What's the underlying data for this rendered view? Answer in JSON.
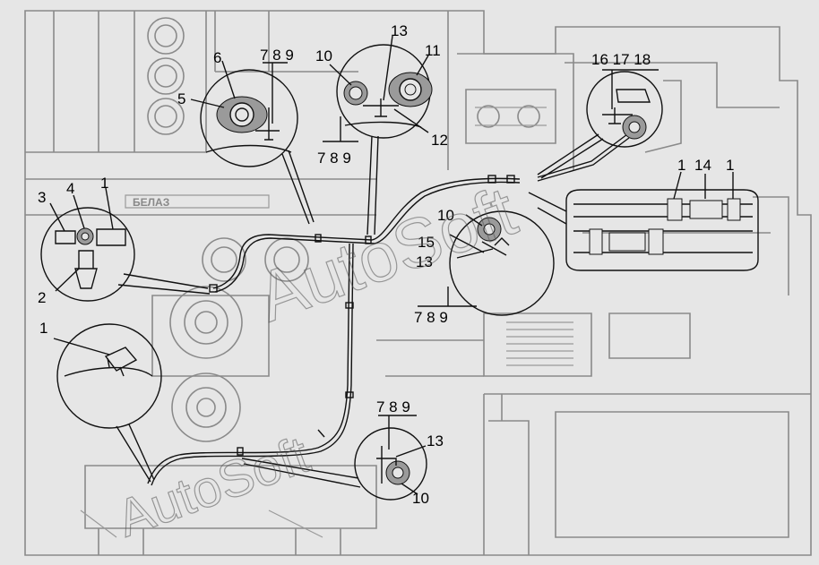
{
  "labels": {
    "callout_tl": {
      "five": "5",
      "six": "6",
      "seven_eight_nine": "7 8 9"
    },
    "callout_tm": {
      "ten": "10",
      "thirteen": "13",
      "eleven": "11",
      "twelve": "12",
      "seven_eight_nine": "7 8 9"
    },
    "callout_tr": {
      "sixteen_seventeen_eighteen": "16 17 18"
    },
    "callout_r": {
      "one_a": "1",
      "fourteen": "14",
      "one_b": "1"
    },
    "callout_l": {
      "three": "3",
      "four": "4",
      "one": "1",
      "two": "2"
    },
    "callout_m": {
      "ten": "10",
      "fifteen": "15",
      "thirteen": "13",
      "seven_eight_nine": "7 8 9"
    },
    "callout_bl": {
      "one": "1"
    },
    "callout_b": {
      "seven_eight_nine": "7 8 9",
      "thirteen": "13",
      "ten": "10"
    }
  },
  "brand_plate": "БЕЛАЗ",
  "watermark": "AutoSoft"
}
